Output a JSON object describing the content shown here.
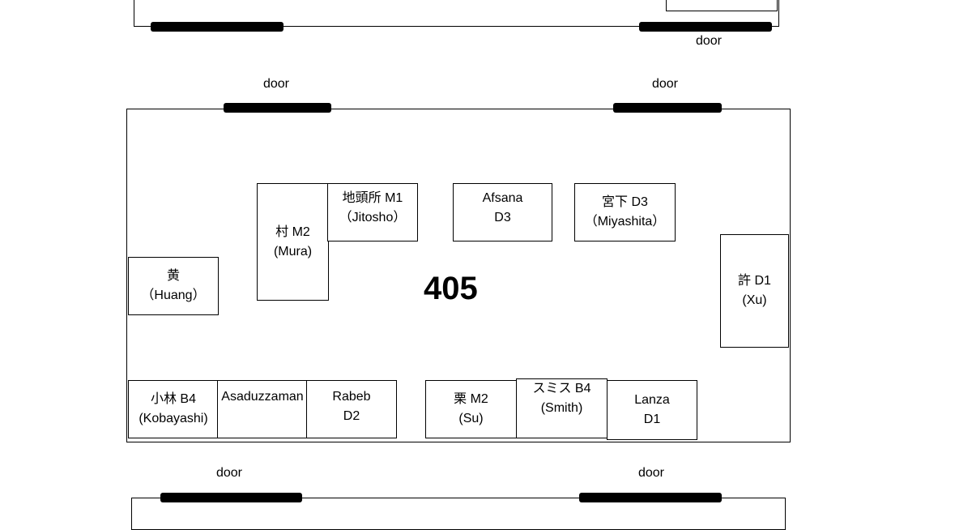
{
  "door_label": "door",
  "room_number": "405",
  "desks": [
    {
      "name": "desk-mura",
      "lines": [
        "村 M2",
        "(Mura)"
      ]
    },
    {
      "name": "desk-jitosho",
      "lines": [
        "地頭所 M1",
        "（Jitosho）"
      ]
    },
    {
      "name": "desk-afsana",
      "lines": [
        "Afsana",
        "D3"
      ]
    },
    {
      "name": "desk-miyashita",
      "lines": [
        "宮下 D3",
        "（Miyashita）"
      ]
    },
    {
      "name": "desk-huang",
      "lines": [
        "黄",
        "（Huang）"
      ]
    },
    {
      "name": "desk-xu",
      "lines": [
        "許 D1",
        "(Xu)"
      ]
    },
    {
      "name": "desk-kobayashi",
      "lines": [
        "小林 B4",
        "(Kobayashi)"
      ]
    },
    {
      "name": "desk-asaduzzaman",
      "lines": [
        "Asaduzzaman"
      ]
    },
    {
      "name": "desk-rabeb",
      "lines": [
        "Rabeb",
        "D2"
      ]
    },
    {
      "name": "desk-su",
      "lines": [
        "栗 M2",
        "(Su)"
      ]
    },
    {
      "name": "desk-smith",
      "lines": [
        "スミス B4",
        "(Smith)"
      ]
    },
    {
      "name": "desk-lanza",
      "lines": [
        "Lanza",
        "D1"
      ]
    }
  ]
}
